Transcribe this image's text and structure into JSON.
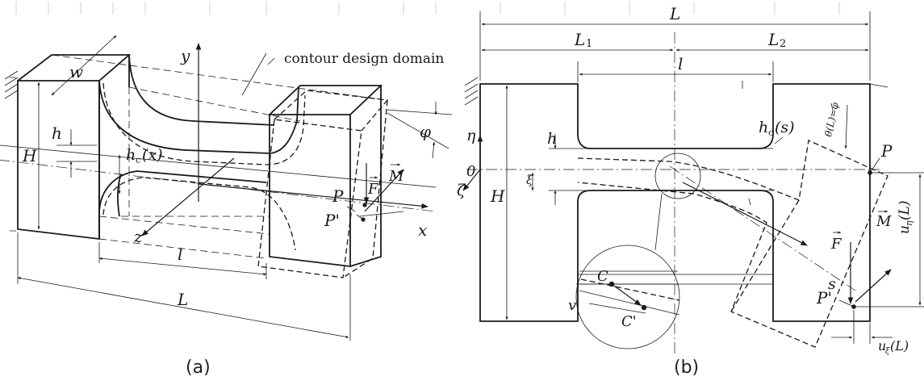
{
  "panel_a": {
    "caption": "(a)",
    "labels": {
      "y": "y",
      "x": "x",
      "z": "z",
      "w": "w",
      "h": "h",
      "H": "H",
      "hc": "h",
      "hc_sub": "c",
      "hc_arg": "(x)",
      "l": "l",
      "L": "L",
      "phi": "φ",
      "P": "P",
      "P_prime": "P'",
      "F": "F",
      "M": "M",
      "contour": "contour design domain"
    }
  },
  "panel_b": {
    "caption": "(b)",
    "labels": {
      "L": "L",
      "L1": "L",
      "L1_sub": "1",
      "L2": "L",
      "L2_sub": "2",
      "l": "l",
      "H": "H",
      "h": "h",
      "eta": "η",
      "zero": "0",
      "zeta": "ζ",
      "xi": "ξ",
      "hc": "h",
      "hc_sub": "c",
      "hc_arg": "(s)",
      "theta": "θ(L)=φ",
      "P": "P",
      "P_prime": "P'",
      "F": "F",
      "M": "M",
      "s": "s",
      "u_eta": "u",
      "u_eta_sub": "η",
      "u_eta_arg": "(L)",
      "u_xi": "u",
      "u_xi_sub": "ξ",
      "u_xi_arg": "(L)",
      "C": "C",
      "C_prime": "C'",
      "v": "v"
    }
  }
}
